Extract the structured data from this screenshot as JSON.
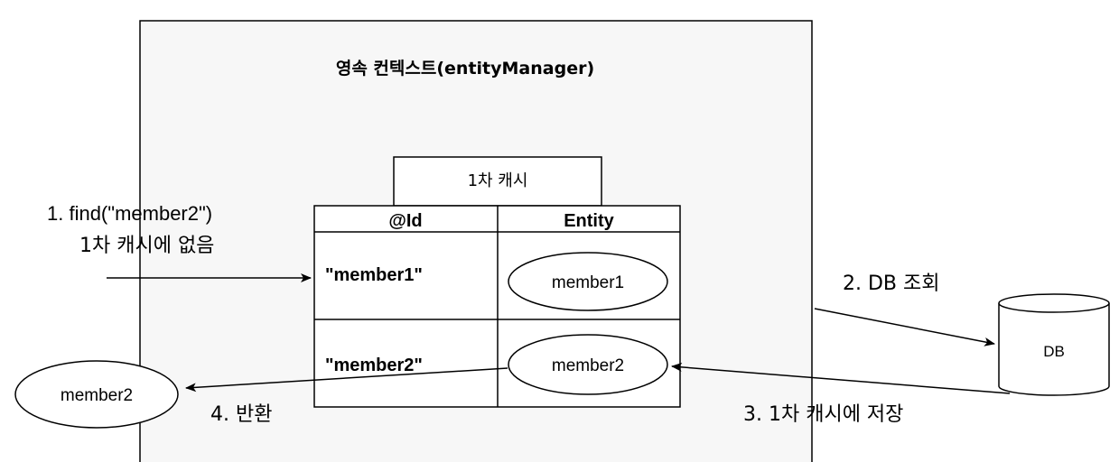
{
  "context": {
    "title": "영속 컨텍스트(entityManager)"
  },
  "cache": {
    "label": "1차 캐시",
    "headers": {
      "id": "@Id",
      "entity": "Entity"
    },
    "rows": [
      {
        "id": "\"member1\"",
        "entity": "member1"
      },
      {
        "id": "\"member2\"",
        "entity": "member2"
      }
    ]
  },
  "steps": {
    "find_line1": "1. find(\"member2\")",
    "find_line2": "1차 캐시에 없음",
    "db_query": "2. DB 조회",
    "cache_store": "3. 1차 캐시에 저장",
    "return": "4. 반환"
  },
  "db": {
    "label": "DB"
  },
  "result": {
    "label": "member2"
  }
}
